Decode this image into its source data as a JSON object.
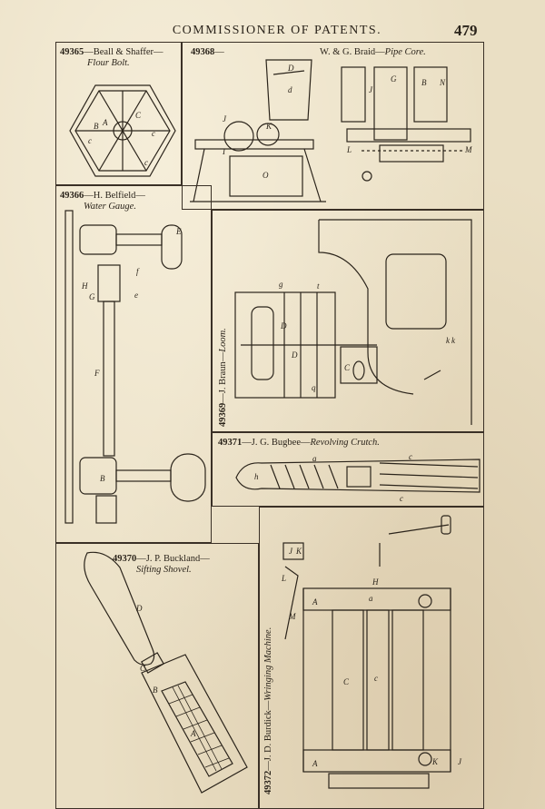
{
  "header": {
    "title": "COMMISSIONER OF PATENTS.",
    "page_number": "479"
  },
  "patents": [
    {
      "number": "49365",
      "inventor": "Beall & Shaffer",
      "title": "Flour Bolt."
    },
    {
      "number": "49368",
      "inventor": "W. & G. Braid",
      "title": "Pipe Core."
    },
    {
      "number": "49366",
      "inventor": "H. Belfield",
      "title": "Water Gauge."
    },
    {
      "number": "49369",
      "inventor": "J. Braun",
      "title": "Loom."
    },
    {
      "number": "49371",
      "inventor": "J. G. Bugbee",
      "title": "Revolving Crutch."
    },
    {
      "number": "49370",
      "inventor": "J. P. Buckland",
      "title": "Sifting Shovel."
    },
    {
      "number": "49372",
      "inventor": "J. D. Burdick",
      "title": "Wringing Machine."
    }
  ],
  "figure_letters": {
    "flour_bolt": [
      "A",
      "B",
      "C",
      "c",
      "c",
      "c"
    ],
    "pipe_core": [
      "D",
      "d",
      "J",
      "K",
      "I",
      "O",
      "J",
      "G",
      "B",
      "N",
      "L",
      "M"
    ],
    "water_gauge": [
      "E",
      "f",
      "H",
      "G",
      "e",
      "F",
      "B"
    ],
    "loom": [
      "g",
      "t",
      "D",
      "D",
      "k",
      "k",
      "C",
      "q"
    ],
    "crutch": [
      "a",
      "c",
      "h",
      "c"
    ],
    "shovel": [
      "D",
      "C",
      "B",
      "A"
    ],
    "wringer": [
      "J",
      "K",
      "L",
      "M",
      "H",
      "A",
      "a",
      "C",
      "c",
      "A",
      "K",
      "J"
    ]
  }
}
